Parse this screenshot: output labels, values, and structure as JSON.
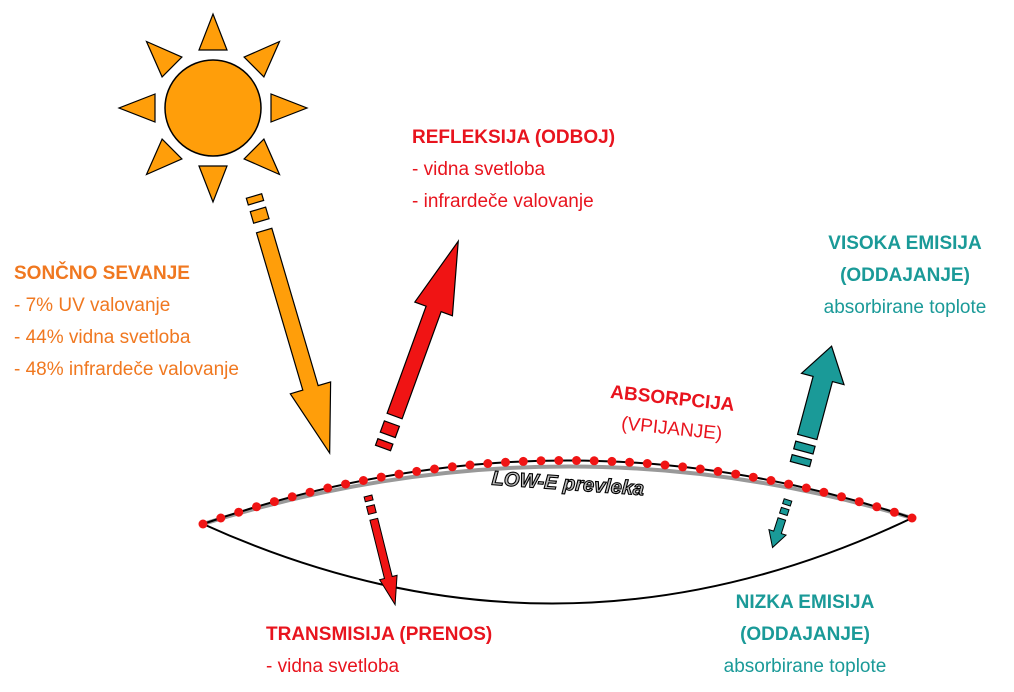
{
  "colors": {
    "sun": "#ff9e0a",
    "orange_text": "#f07820",
    "red": "#f01414",
    "teal": "#1a9a98",
    "coating": "#999999"
  },
  "icons": {
    "sun": "sun-icon"
  },
  "labels": {
    "solar": {
      "title": "SONČNO SEVANJE",
      "lines": [
        "- 7% UV valovanje",
        "- 44% vidna svetloba",
        "- 48% infrardeče valovanje"
      ]
    },
    "reflection": {
      "title": "REFLEKSIJA (ODBOJ)",
      "lines": [
        "- vidna svetloba",
        "- infrardeče valovanje"
      ]
    },
    "absorption": {
      "title": "ABSORPCIJA",
      "subtitle": "(VPIJANJE)"
    },
    "coating": "LOW-E prevleka",
    "high_emission": {
      "title_line1": "VISOKA EMISIJA",
      "title_line2": "(ODDAJANJE)",
      "text": "absorbirane toplote"
    },
    "transmission": {
      "title": "TRANSMISIJA (PRENOS)",
      "lines": [
        "- vidna svetloba"
      ]
    },
    "low_emission": {
      "title_line1": "NIZKA EMISIJA",
      "title_line2": "(ODDAJANJE)",
      "text": "absorbirane toplote"
    }
  }
}
